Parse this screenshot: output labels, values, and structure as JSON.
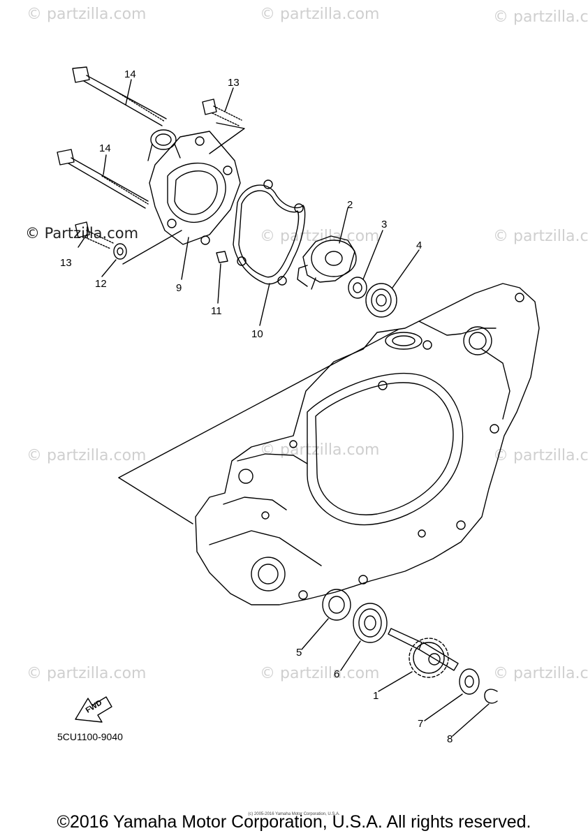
{
  "watermarks": {
    "brand": "© partzilla.com",
    "dark": "© Partzilla.com"
  },
  "callouts": [
    "1",
    "2",
    "3",
    "4",
    "5",
    "6",
    "7",
    "8",
    "9",
    "10",
    "11",
    "12",
    "13",
    "13",
    "14",
    "14"
  ],
  "part_code": "5CU1100-9040",
  "fwd_label": "FWD",
  "footer": {
    "copyright": "©2016 Yamaha Motor Corporation, U.S.A. All rights reserved.",
    "small": "(c) 2005-2016 Yamaha Motor Corporation, U.S.A."
  }
}
